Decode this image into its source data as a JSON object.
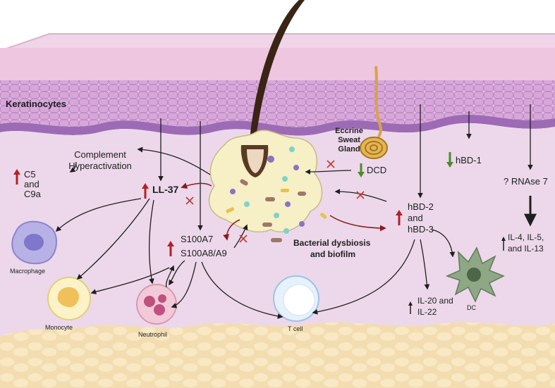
{
  "labels": {
    "keratinocytes": "Keratinocytes",
    "complement": "Complement",
    "hyperactivation": "Hyperactivation",
    "c5": "C5",
    "and": "and",
    "c9a": "C9a",
    "ll37": "LL-37",
    "s100a7": "S100A7",
    "s100a8a9": "S100A8/A9",
    "macrophage": "Macrophage",
    "monocyte": "Monocyte",
    "neutrophil": "Neutrophil",
    "tcell": "T cell",
    "eccrine": "Eccrine",
    "sweat": "Sweat",
    "gland": "Gland",
    "dcd": "DCD",
    "bacterial1": "Bacterial dysbiosis",
    "bacterial2": "and biofilm",
    "hbd1": "hBD-1",
    "hbd2": "hBD-2",
    "hbd_and": "and",
    "hbd3": "hBD-3",
    "rnase7": "? RNAse 7",
    "il4": "IL-4, IL-5,",
    "il13": "and IL-13",
    "il20": "IL-20 and",
    "il22": "IL-22",
    "dc": "DC"
  },
  "colors": {
    "up_arrow": "#b22222",
    "down_arrow": "#4e8a2a",
    "inhibit": "#c0392b",
    "dermis": "#ecd8ea",
    "epidermis": "#d9a8dc",
    "basal": "#9d6bb5",
    "fat": "#f3ddb0",
    "hair": "#3a2414",
    "biofilm": "#f7efc6"
  }
}
